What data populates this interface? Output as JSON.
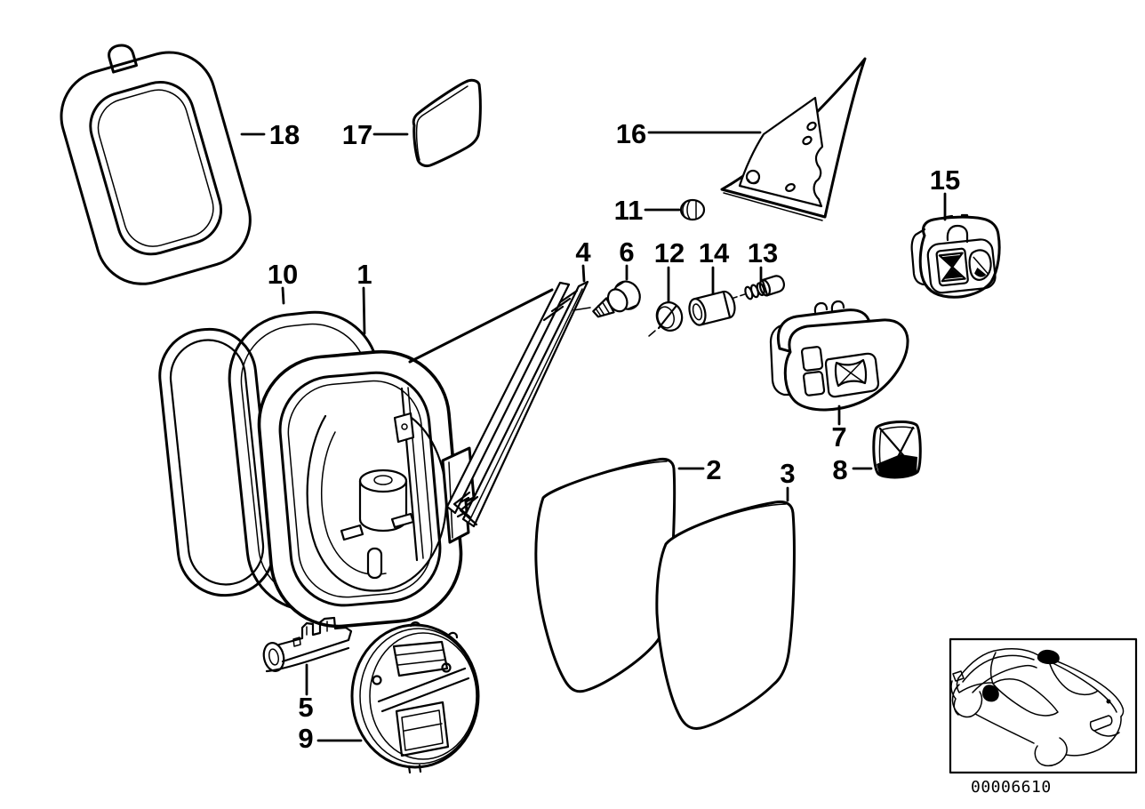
{
  "figure": {
    "background": "#ffffff",
    "line_color": "#000000"
  },
  "callouts": {
    "c1": "1",
    "c2": "2",
    "c3": "3",
    "c4": "4",
    "c5": "5",
    "c6": "6",
    "c7": "7",
    "c8": "8",
    "c9": "9",
    "c10": "10",
    "c11": "11",
    "c12": "12",
    "c13": "13",
    "c14": "14",
    "c15": "15",
    "c16": "16",
    "c17": "17",
    "c18": "18"
  },
  "inset": {
    "code": "00006610"
  }
}
